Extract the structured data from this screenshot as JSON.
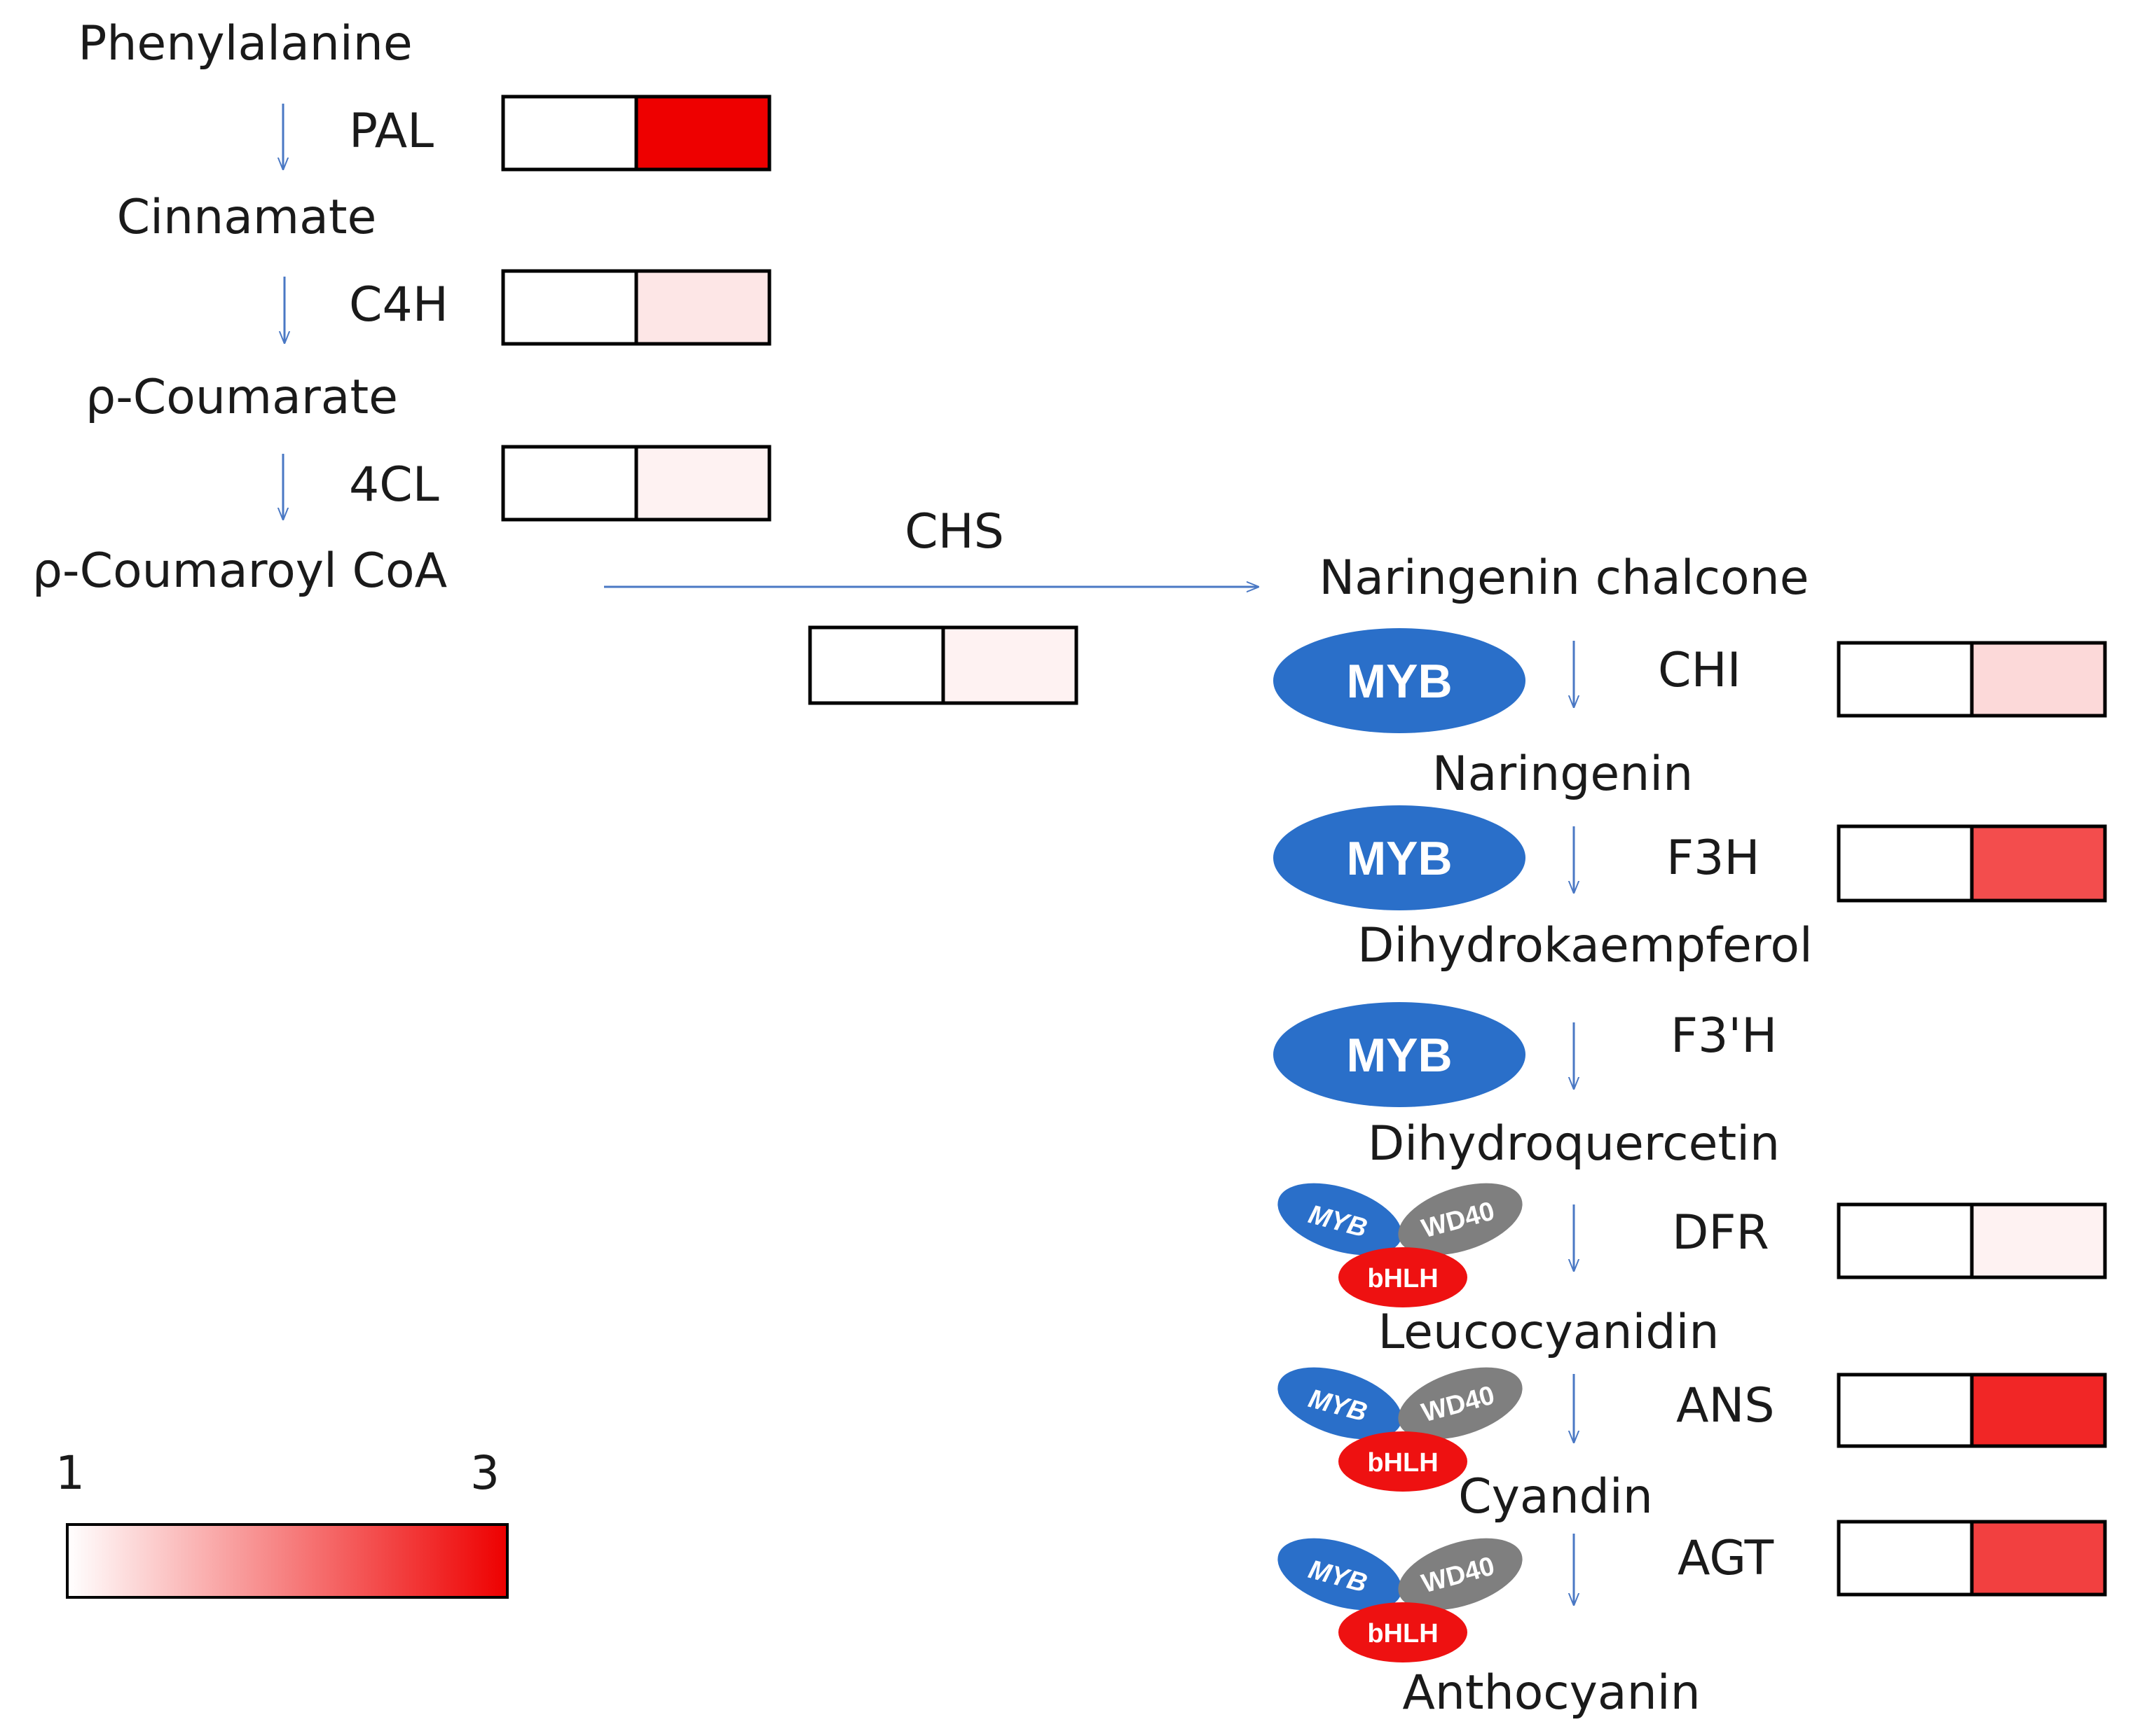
{
  "colors": {
    "arrow": "#4a78c4",
    "myb_blue": "#2a6fc9",
    "wd40_gray": "#7f7f7f",
    "bhlh_red": "#ee1111",
    "box_border": "#000000",
    "scale_low": "#ffffff",
    "scale_high": "#ee0000"
  },
  "compounds": {
    "phenylalanine": "Phenylalanine",
    "cinnamate": "Cinnamate",
    "p_coumarate": "ρ-Coumarate",
    "p_coumaroyl_coa": "ρ-Coumaroyl CoA",
    "naringenin_chalcone": "Naringenin chalcone",
    "naringenin": "Naringenin",
    "dihydrokaempferol": "Dihydrokaempferol",
    "dihydroquercetin": "Dihydroquercetin",
    "leucocyanidin": "Leucocyanidin",
    "cyandin": "Cyandin",
    "anthocyanin": "Anthocyanin"
  },
  "enzymes": {
    "pal": "PAL",
    "c4h": "C4H",
    "fourcl": "4CL",
    "chs": "CHS",
    "chi": "CHI",
    "f3h": "F3H",
    "f3ph": "F3'H",
    "dfr": "DFR",
    "ans": "ANS",
    "agt": "AGT"
  },
  "transcription_factors": {
    "myb": "MYB",
    "wd40": "WD40",
    "bhlh": "bHLH"
  },
  "expression_levels": {
    "pal": 3.0,
    "c4h": 1.2,
    "fourcl": 1.1,
    "chs": 1.1,
    "chi": 1.3,
    "f3h": 2.4,
    "dfr": 1.1,
    "ans": 2.7,
    "agt": 2.5
  },
  "legend": {
    "min_label": "1",
    "max_label": "3",
    "min_value": 1,
    "max_value": 3
  }
}
